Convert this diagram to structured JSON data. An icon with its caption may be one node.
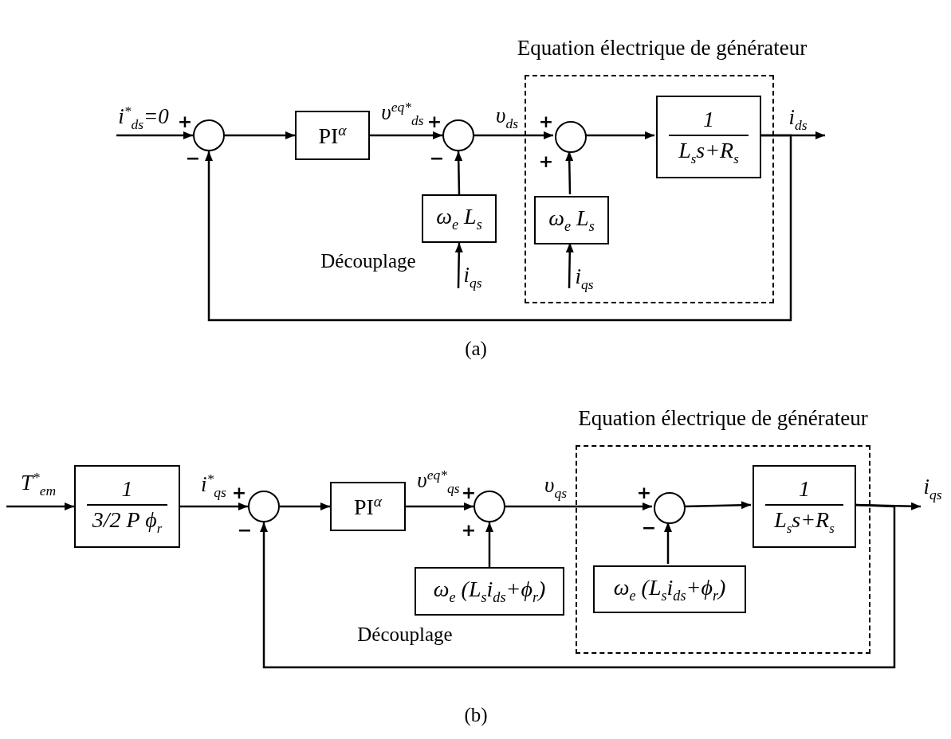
{
  "diagram": {
    "nodes": [
      {
        "text": [
          "Equation électrique de générateur"
        ]
      },
      {
        "text": [],
        "shape": "circle"
      },
      {
        "text": [
          "PI$^{α}$"
        ]
      },
      {
        "text": [],
        "shape": "circle"
      },
      {
        "text": [
          "ω$_{e}$ L$_{s}$"
        ]
      },
      {
        "text": [],
        "shape": "circle",
        "in": 0
      },
      {
        "text": [
          "ω$_{e}$ L$_{s}$"
        ],
        "in": 0
      },
      {
        "text": [
          "1",
          "L$_{s}$s+R$_{s}$"
        ],
        "in": 0
      },
      {
        "text": [
          "Equation électrique de générateur"
        ]
      },
      {
        "text": [
          "1",
          "3/2 P ϕ$_{r}$"
        ]
      },
      {
        "text": [],
        "shape": "circle"
      },
      {
        "text": [
          "PI$^{α}$"
        ]
      },
      {
        "text": [],
        "shape": "circle"
      },
      {
        "text": [
          "ω$_{e}$ (L$_{s}$i$_{ds}$+ϕ$_{r}$)"
        ]
      },
      {
        "text": [],
        "shape": "circle",
        "in": 8
      },
      {
        "text": [
          "ω$_{e}$ (L$_{s}$i$_{ds}$+ϕ$_{r}$)"
        ],
        "in": 8
      },
      {
        "text": [
          "1",
          "L$_{s}$s+R$_{s}$"
        ],
        "in": 8
      }
    ],
    "edges": [
      {
        "from": null,
        "to": 1,
        "arrow": "to",
        "label": "i$^{*}$$_{ds}$=0"
      },
      {
        "from": 1,
        "to": 2,
        "arrow": "to"
      },
      {
        "from": 2,
        "to": 3,
        "arrow": "to",
        "label": "υ$^{eq*}$$_{ds}$"
      },
      {
        "from": 4,
        "to": 3,
        "arrow": "to"
      },
      {
        "from": null,
        "to": 4,
        "arrow": "to",
        "label": "i$_{qs}$"
      },
      {
        "from": 3,
        "to": 5,
        "arrow": "to",
        "label": "υ$_{ds}$"
      },
      {
        "from": 6,
        "to": 5,
        "arrow": "to"
      },
      {
        "from": null,
        "to": 6,
        "arrow": "to",
        "label": "i$_{qs}$"
      },
      {
        "from": 5,
        "to": 7,
        "arrow": "to"
      },
      {
        "from": 7,
        "to": null,
        "arrow": "to",
        "label": "i$_{ds}$"
      },
      {
        "from": 7,
        "to": 1,
        "arrow": "to"
      },
      {
        "from": null,
        "to": 9,
        "arrow": "to",
        "label": "T$^{*}$$_{em}$"
      },
      {
        "from": 9,
        "to": 10,
        "arrow": "to",
        "label": "i$^{*}$$_{qs}$"
      },
      {
        "from": 10,
        "to": 11,
        "arrow": "to"
      },
      {
        "from": 11,
        "to": 12,
        "arrow": "to",
        "label": "υ$^{eq*}$$_{qs}$"
      },
      {
        "from": 13,
        "to": 12,
        "arrow": "to"
      },
      {
        "from": 12,
        "to": 14,
        "arrow": "to",
        "label": "υ$_{qs}$"
      },
      {
        "from": 15,
        "to": 14,
        "arrow": "to"
      },
      {
        "from": 14,
        "to": 16,
        "arrow": "to"
      },
      {
        "from": 16,
        "to": null,
        "arrow": "to",
        "label": "i$_{qs}$"
      },
      {
        "from": 16,
        "to": 10,
        "arrow": "to"
      }
    ],
    "labels": [
      "+",
      "−",
      "+",
      "−",
      "+",
      "+",
      "Découplage",
      "(a)",
      "+",
      "−",
      "+",
      "+",
      "+",
      "−",
      "Découplage",
      "(b)"
    ]
  }
}
